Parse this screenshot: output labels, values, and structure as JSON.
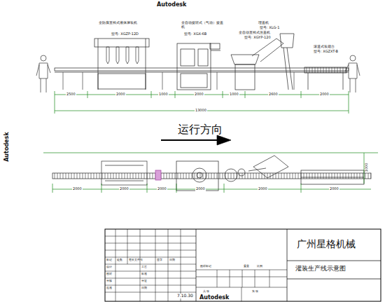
{
  "diagram": {
    "labels": [
      "Autodesk",
      "全防腐直线式液体灌装机",
      "型号: XGZP-12D",
      "全自动旋转式（气动）旋盖机",
      "型号: XGX-6B",
      "理盖机",
      "型号: XLG-1",
      "全自动直线式压盖机",
      "型号: XGYP-120",
      "滚道式装箱台",
      "型号: XGZXT-B",
      "2500",
      "2000",
      "1000",
      "2000",
      "1000",
      "2600",
      "2000",
      "13000",
      "运行方向",
      "2000",
      "2000",
      "2000",
      "2000",
      "2000",
      "2000",
      "1000",
      "Autodesk",
      "标记",
      "处数",
      "更改文件号",
      "签字",
      "日期",
      "设计",
      "工艺",
      "校对",
      "标准",
      "审核",
      "审定",
      "批准",
      "日期",
      "图样标记",
      "重量",
      "比例",
      "共 张",
      "第 张",
      "7.10.30",
      "Autodesk",
      "广州星格机械",
      "灌装生产线示意图"
    ]
  }
}
